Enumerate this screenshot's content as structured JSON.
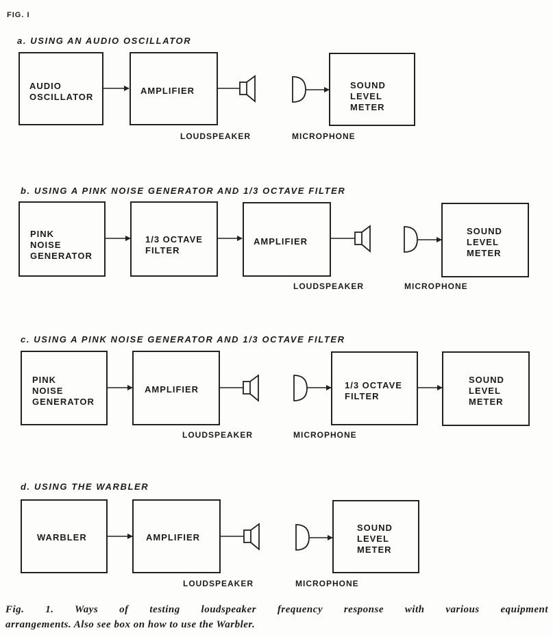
{
  "figure": {
    "label": "FIG. I",
    "caption_line_1": "Fig. 1. Ways of testing loudspeaker frequency response with various equipment",
    "caption_line_2": "arrangements. Also see box on how to use the Warbler."
  },
  "sections": {
    "a": {
      "title": "a. USING AN AUDIO OSCILLATOR",
      "box_1": "AUDIO\nOSCILLATOR",
      "box_2": "AMPLIFIER",
      "box_3": "SOUND\nLEVEL\nMETER",
      "loudspeaker": "LOUDSPEAKER",
      "microphone": "MICROPHONE"
    },
    "b": {
      "title": "b. USING A PINK NOISE GENERATOR AND 1/3 OCTAVE FILTER",
      "box_1": "PINK\nNOISE\nGENERATOR",
      "box_2": "1/3 OCTAVE\nFILTER",
      "box_3": "AMPLIFIER",
      "box_4": "SOUND\nLEVEL\nMETER",
      "loudspeaker": "LOUDSPEAKER",
      "microphone": "MICROPHONE"
    },
    "c": {
      "title": "c. USING A PINK NOISE GENERATOR AND 1/3 OCTAVE FILTER",
      "box_1": "PINK\nNOISE\nGENERATOR",
      "box_2": "AMPLIFIER",
      "box_3": "1/3 OCTAVE\nFILTER",
      "box_4": "SOUND\nLEVEL\nMETER",
      "loudspeaker": "LOUDSPEAKER",
      "microphone": "MICROPHONE"
    },
    "d": {
      "title": "d. USING THE WARBLER",
      "box_1": "WARBLER",
      "box_2": "AMPLIFIER",
      "box_3": "SOUND\nLEVEL\nMETER",
      "loudspeaker": "LOUDSPEAKER",
      "microphone": "MICROPHONE"
    }
  },
  "icons": {
    "loudspeaker": "loudspeaker-icon",
    "microphone": "microphone-icon",
    "arrow": "arrow-icon"
  }
}
